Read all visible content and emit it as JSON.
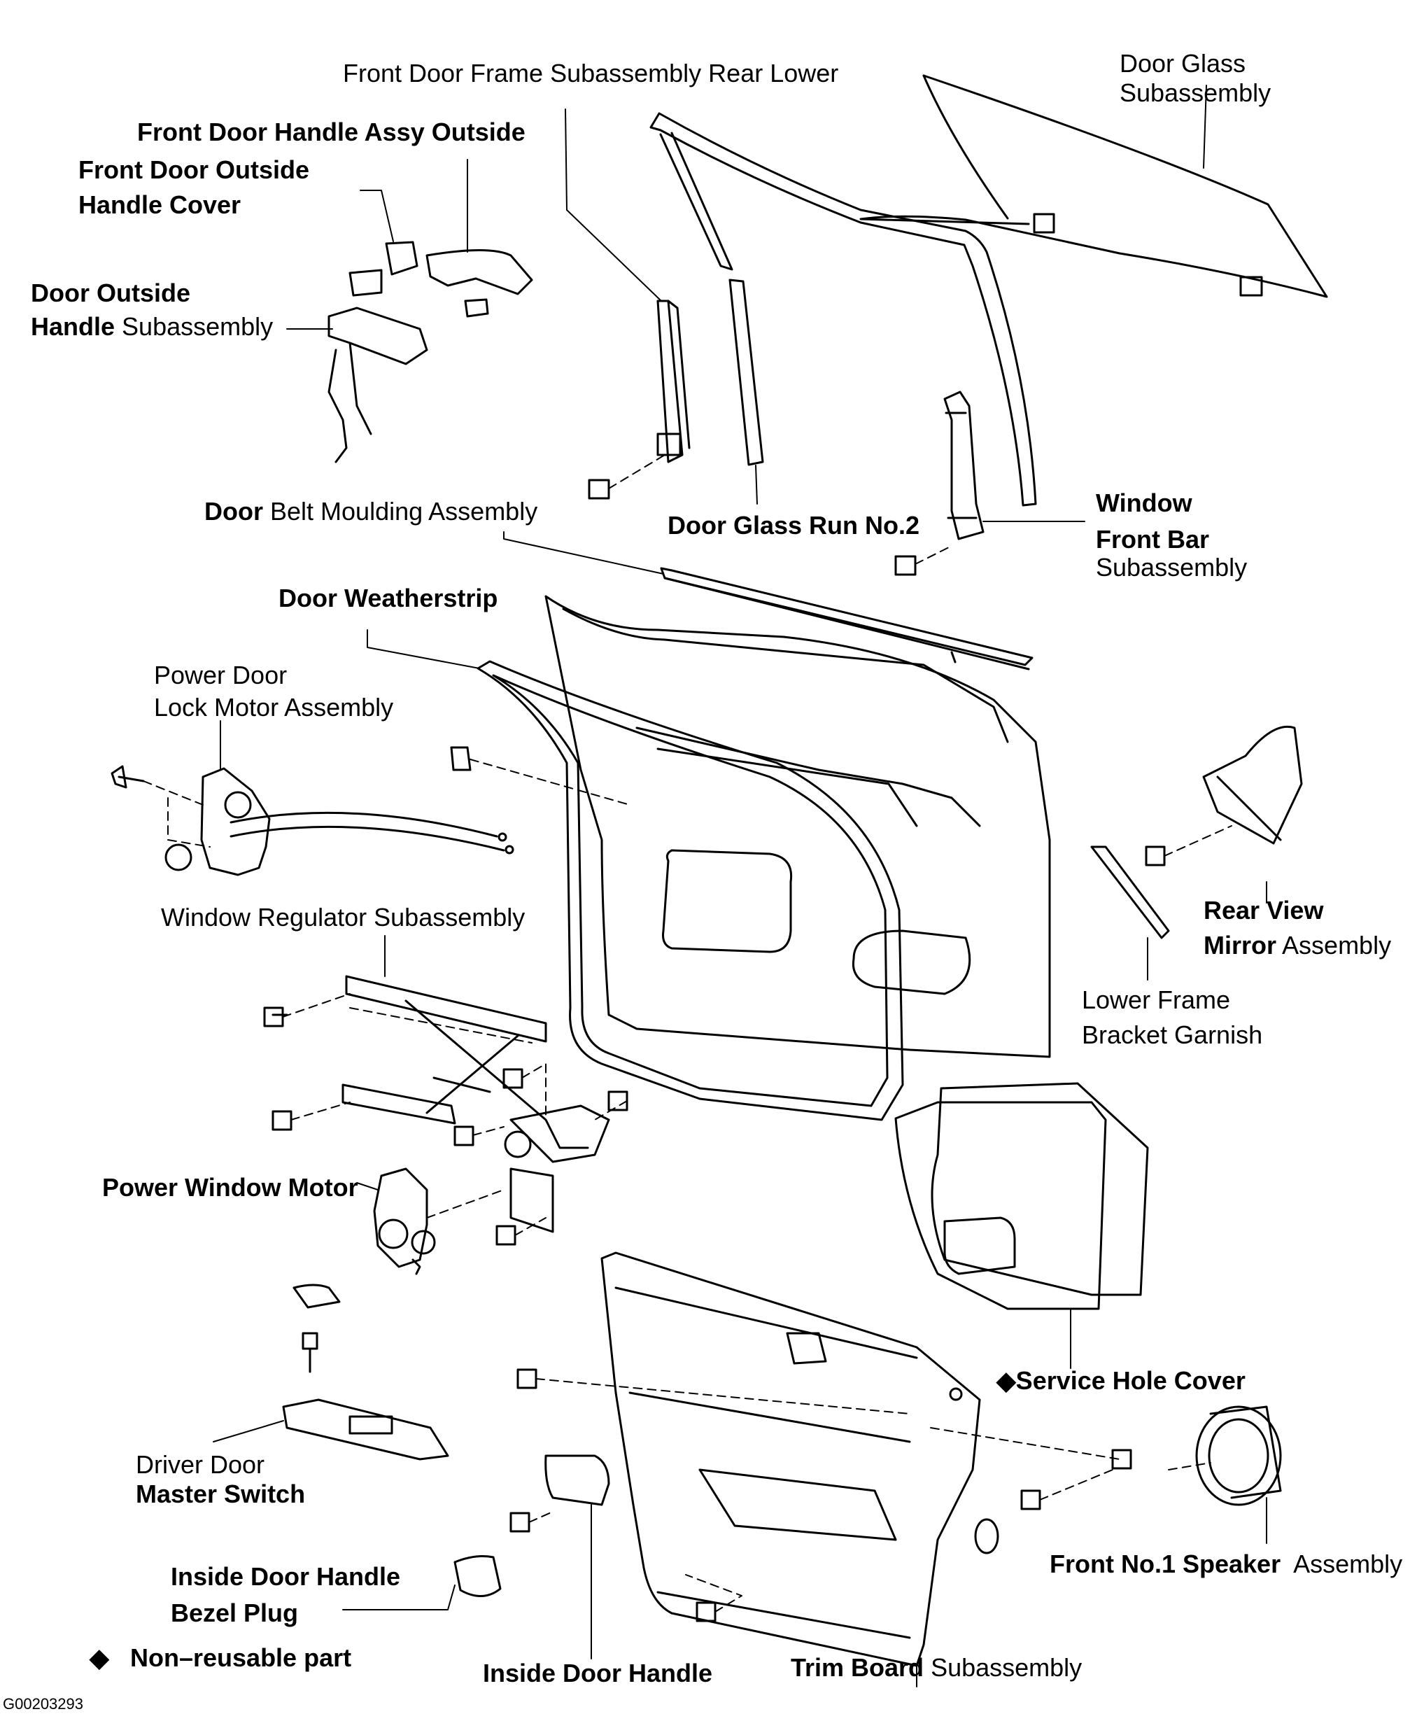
{
  "labels": {
    "frame_rear_lower": "Front Door Frame Subassembly Rear Lower",
    "door_glass_1": "Door Glass",
    "door_glass_2": "Subassembly",
    "handle_assy_outside": "Front Door Handle Assy Outside",
    "outside_handle_cover_1": "Front Door Outside",
    "outside_handle_cover_2": "Handle Cover",
    "door_outside_1": "Door  Outside",
    "door_outside_2a": "Handle",
    "door_outside_2b": "Subassembly",
    "belt_moulding_a": "Door",
    "belt_moulding_b": "Belt Moulding Assembly",
    "glass_run": "Door Glass Run No.2",
    "window_front_bar_1": "Window",
    "window_front_bar_2": "Front Bar",
    "window_front_bar_3": "Subassembly",
    "weatherstrip": "Door Weatherstrip",
    "lock_motor_1": "Power Door",
    "lock_motor_2": "Lock Motor Assembly",
    "rear_view_1": "Rear View",
    "rear_view_2a": "Mirror",
    "rear_view_2b": "Assembly",
    "regulator": "Window Regulator Subassembly",
    "lower_frame_1": "Lower Frame",
    "lower_frame_2": "Bracket Garnish",
    "window_motor": "Power Window Motor",
    "service_hole": "◆Service Hole Cover",
    "master_switch_1": "Driver Door",
    "master_switch_2": "Master Switch",
    "speaker_a": "Front No.1 Speaker",
    "speaker_b": "Assembly",
    "bezel_plug_1": "Inside Door Handle",
    "bezel_plug_2": "Bezel Plug",
    "legend_symbol": "◆",
    "legend_text": "Non–reusable part",
    "inside_handle": "Inside Door Handle",
    "trim_board_a": "Trim Board",
    "trim_board_b": "Subassembly",
    "code": "G00203293"
  }
}
